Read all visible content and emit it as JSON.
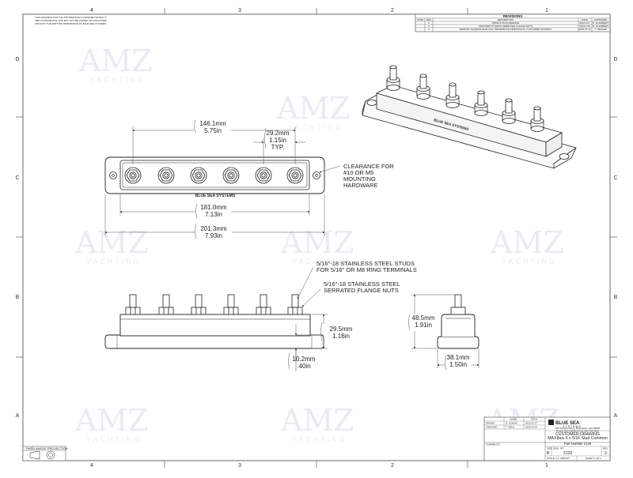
{
  "notice": "THIS DRAWING AND THE INFORMATION CONTAINED WITHIN IT ARE CONFIDENTIAL AND MAY NOT BE COPIED OR DISCLOSED WITHOUT THE WRITTEN PERMISSION OF BLUE SEA SYSTEMS.",
  "notice_lines": [
    "THIS DRAWING AND THE INFORMATION CONTAINED WITHIN IT",
    "ARE CONFIDENTIAL AND MAY NOT BE COPIED OR DISCLOSED",
    "WITHOUT THE WRITTEN PERMISSION OF BLUE SEA SYSTEMS."
  ],
  "zones": {
    "top": [
      "4",
      "3",
      "2",
      "1"
    ],
    "bottom": [
      "4",
      "3",
      "2",
      "1"
    ],
    "left": [
      "D",
      "C",
      "B",
      "A"
    ],
    "right": [
      "D",
      "C",
      "B",
      "A"
    ]
  },
  "revisions": {
    "title": "REVISIONS",
    "headers": [
      "ZONE",
      "REV",
      "DESCRIPTION",
      "DATE",
      "APPROVED"
    ],
    "rows": [
      [
        "",
        "1",
        "PRODUCTION RELEASE",
        "2012.3.27",
        "D. SCHOBERT"
      ],
      [
        "",
        "2",
        "UPDATED TO SHOW SERRATED FLANGE NUTS",
        "2013.6.10",
        "D. SCHOBERT"
      ],
      [
        "",
        "3",
        "REMOVE TOLERANCE BLOCK; REFERENCE DIMENSIONS; CUSTOMER DRAWING",
        "2020.10.16",
        "T. OEHLER"
      ]
    ]
  },
  "watermark": {
    "brand": "AMZ",
    "sub": "YACHTING"
  },
  "dimensions": {
    "stud_span": [
      "146.1mm",
      "5.75in"
    ],
    "stud_pitch": [
      "29.2mm",
      "1.15in",
      "TYP."
    ],
    "base_length": [
      "181.0mm",
      "7.13in"
    ],
    "overall_length": [
      "201.3mm",
      "7.93in"
    ],
    "height": [
      "29.5mm",
      "1.16in"
    ],
    "flange_height": [
      "10.2mm",
      ".40in"
    ],
    "side_height": [
      "48.5mm",
      "1.91in"
    ],
    "side_width": [
      "38.1mm",
      "1.50in"
    ]
  },
  "notes": {
    "clearance": [
      "CLEARANCE FOR",
      "#10 OR M5",
      "MOUNTING",
      "HARDWARE"
    ],
    "studs": [
      "5/16\"-18 STAINLESS STEEL STUDS",
      "FOR 5/16\" OR M8 RING TERMINALS"
    ],
    "nuts": [
      "5/16\"-18 STAINLESS STEEL",
      "SERRATED FLANGE NUTS"
    ]
  },
  "product_label": "BLUE SEA SYSTEMS",
  "title_block": {
    "logo": "BLUE SEA",
    "logo_sub": "SYSTEMS",
    "address": [
      "425 Sequoia Drive, Bellingham, WA 98226",
      "Phone 360-738-8230  Fax 360-734-4195"
    ],
    "name_header": "NAME",
    "date_header": "DATE",
    "drawn_label": "DRAWN",
    "drawn_name": "D. SCHOB.",
    "drawn_date": "2012.03.27",
    "checked_label": "CHECKED",
    "checked_name": "T. OEHL.",
    "checked_date": "2020.10.16",
    "doc_type": "CUSTOMER DRAWING",
    "title": "MAXIbus 6 x 5/16 Stud Common",
    "part": "Part Number 2126",
    "comments_label": "COMMENTS:",
    "size_label": "SIZE",
    "size": "B",
    "dwg_label": "DWG. NO.",
    "dwg_no": "2126",
    "rev_label": "REV",
    "rev": "3",
    "scale_label": "SCALE: 1:4",
    "weight_label": "WEIGHT:",
    "sheet_label": "SHEET 1 OF 1"
  },
  "projection": "THIRD ANGLE PROJECTION"
}
